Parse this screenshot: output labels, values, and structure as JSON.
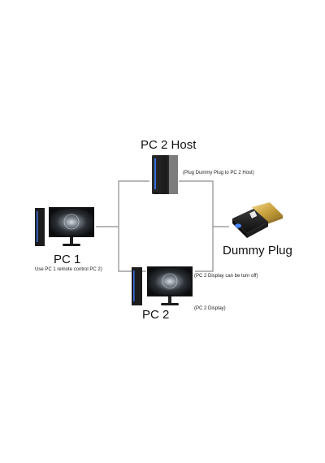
{
  "nodes": {
    "pc2_host": {
      "label": "PC 2 Host",
      "note": "(Plug Dummy Plug to PC 2 Host)"
    },
    "pc1": {
      "label": "PC 1",
      "note": "Use PC 1 remote control PC 2)"
    },
    "dummy_plug": {
      "label": "Dummy Plug"
    },
    "pc2": {
      "label": "PC 2",
      "note_top": "(PC 2 Display can be turn off)",
      "note_bottom": "(PC 2 Display)"
    }
  },
  "colors": {
    "line": "#8a8a8a",
    "accent_blue": "#2f63d8"
  }
}
